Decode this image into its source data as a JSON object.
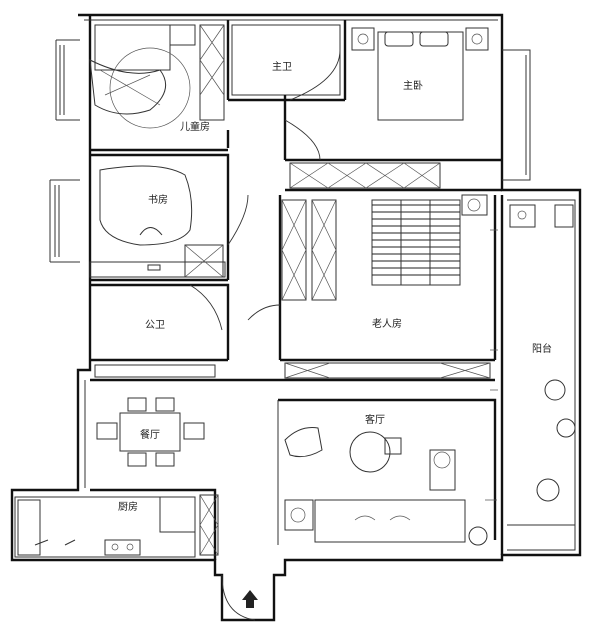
{
  "rooms": {
    "kids_room": "儿童房",
    "study": "书房",
    "public_bath": "公卫",
    "master_bath": "主卫",
    "master_bedroom": "主卧",
    "elder_room": "老人房",
    "dining": "餐厅",
    "living_room": "客厅",
    "kitchen": "厨房",
    "balcony": "阳台"
  },
  "icons": {
    "door_marker": "door-entrance-icon",
    "compass": "arrow-up-icon"
  }
}
